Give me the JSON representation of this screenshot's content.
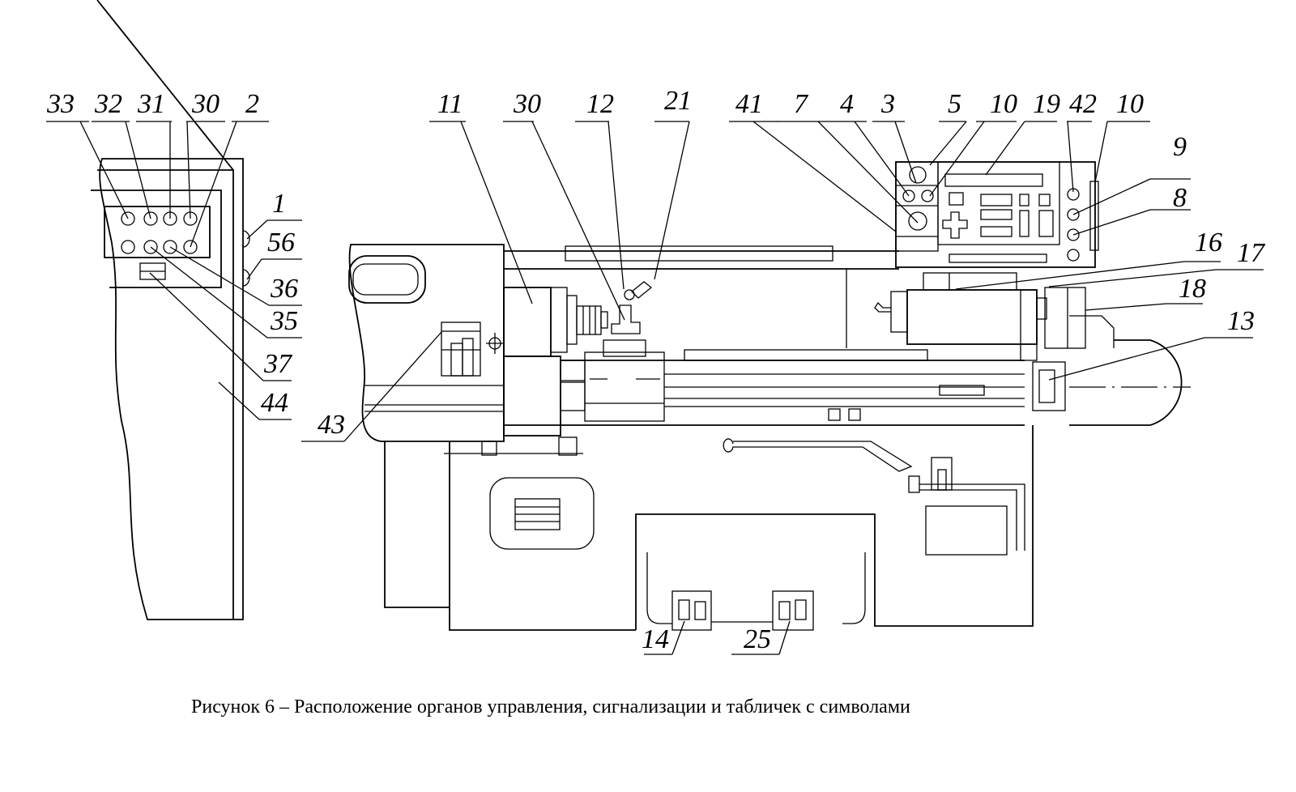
{
  "figure": {
    "caption": "Рисунок 6 – Расположение органов управления, сигнализации и  табличек с символами"
  },
  "labels": {
    "l33": "33",
    "l32": "32",
    "l31": "31",
    "l30a": "30",
    "l2": "2",
    "l1": "1",
    "l56": "56",
    "l36": "36",
    "l35": "35",
    "l37": "37",
    "l44": "44",
    "l11": "11",
    "l30b": "30",
    "l12": "12",
    "l21": "21",
    "l41": "41",
    "l7": "7",
    "l4": "4",
    "l3": "3",
    "l5": "5",
    "l10a": "10",
    "l19": "19",
    "l42": "42",
    "l10b": "10",
    "l9": "9",
    "l8": "8",
    "l16": "16",
    "l17": "17",
    "l18": "18",
    "l13": "13",
    "l43": "43",
    "l14": "14",
    "l25": "25"
  }
}
